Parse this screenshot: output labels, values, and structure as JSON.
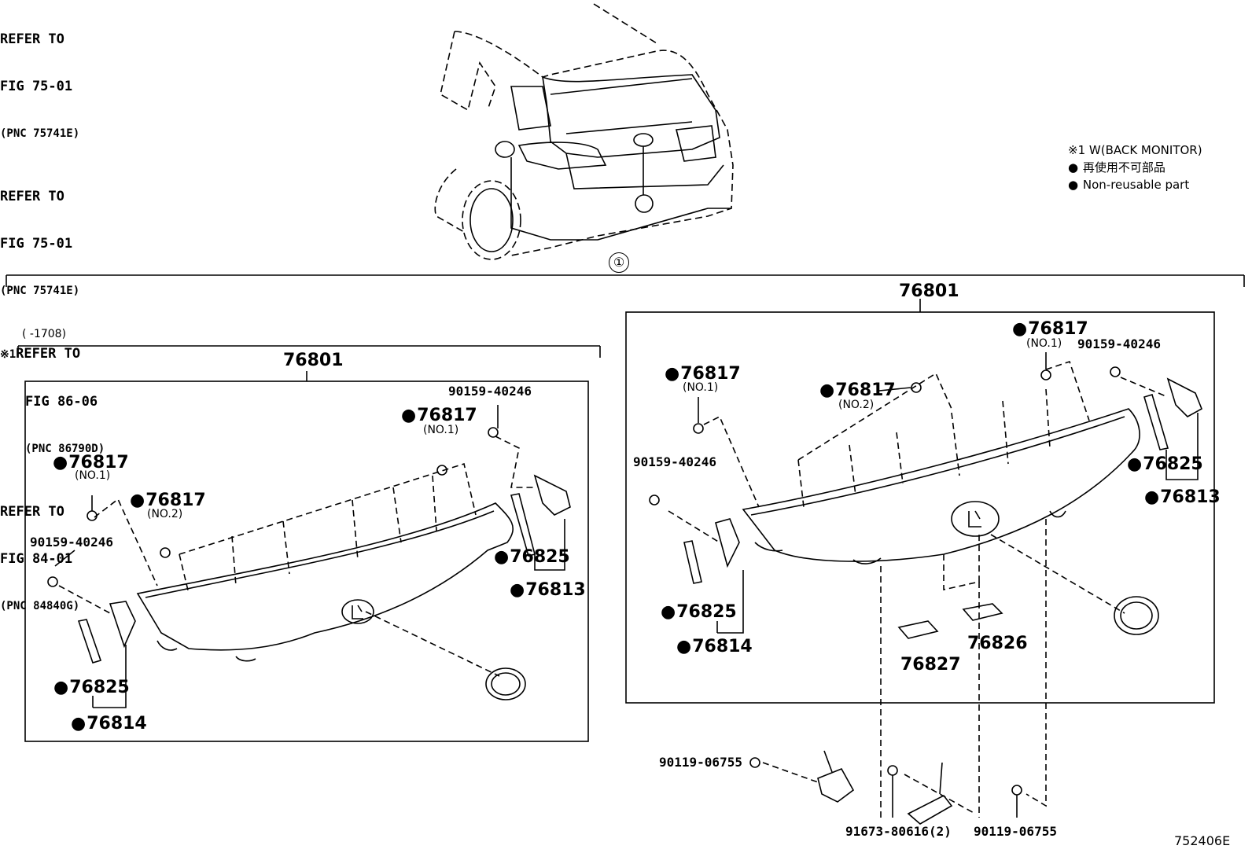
{
  "legend": {
    "note": "※1 W(BACK MONITOR)",
    "jp": "再使用不可部品",
    "en": "Non-reusable part"
  },
  "callout": "①",
  "assembly_label": "76801",
  "left_range": "(      -1708)",
  "left_group": {
    "label_76801": "76801",
    "p1": "90159-40246",
    "p2": "76817",
    "p2_sub": "(NO.1)",
    "p3": "76817",
    "p3_sub": "(NO.1)",
    "p4": "76817",
    "p4_sub": "(NO.2)",
    "p5": "90159-40246",
    "p6": "76825",
    "p7": "76813",
    "p8": "76825",
    "p9": "76814",
    "ref": "REFER TO",
    "ref_fig": "FIG 75-01",
    "ref_pnc": "(PNC 75741E)"
  },
  "right_group": {
    "p1": "76817",
    "p1_sub": "(NO.1)",
    "p2": "90159-40246",
    "p3": "76817",
    "p3_sub": "(NO.1)",
    "p4": "76817",
    "p4_sub": "(NO.2)",
    "p5": "90159-40246",
    "p6": "76825",
    "p7": "76813",
    "p8": "76825",
    "p9": "76814",
    "p10": "76827",
    "p11": "76826",
    "ref": "REFER TO",
    "ref_fig": "FIG 75-01",
    "ref_pnc": "(PNC 75741E)"
  },
  "bottom": {
    "ref1_mark": "※1",
    "ref1": "REFER TO",
    "ref1_fig": "FIG 86-06",
    "ref1_pnc": "(PNC 86790D)",
    "ref2": "REFER TO",
    "ref2_fig": "FIG 84-01",
    "ref2_pnc": "(PNC 84840G)",
    "p1": "90119-06755",
    "p2": "91673-80616(2)",
    "p3": "90119-06755"
  },
  "figure_id": "752406E"
}
